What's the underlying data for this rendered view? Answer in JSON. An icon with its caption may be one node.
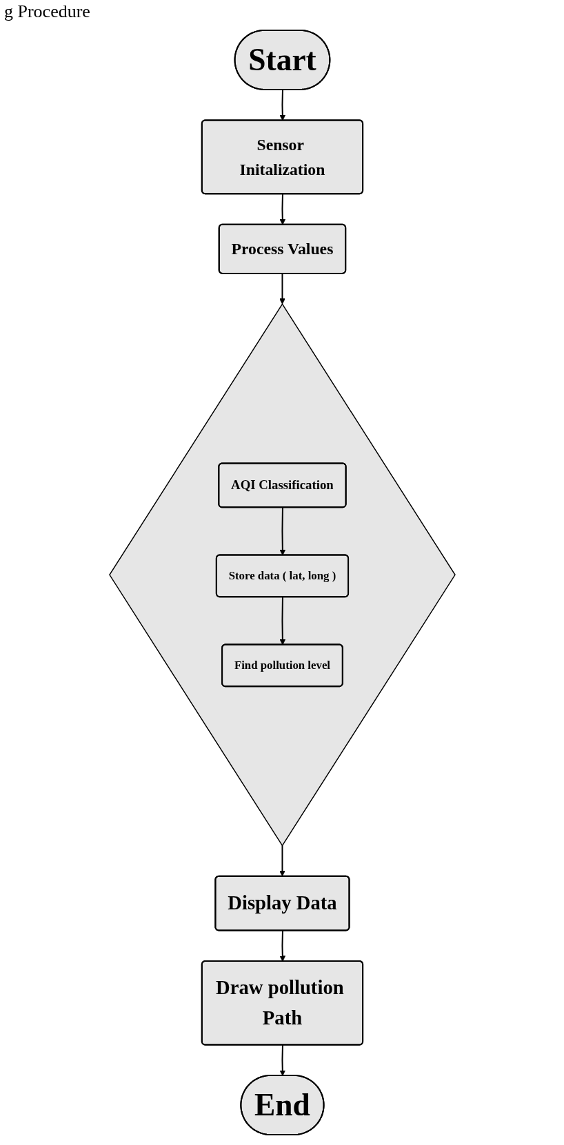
{
  "diagram": {
    "nodes": [
      {
        "text": [
          "Start"
        ]
      },
      {
        "text": [
          "Sensor Initalization"
        ]
      },
      {
        "text": [
          "Process Values"
        ]
      },
      {
        "text": [],
        "shape": "diamond"
      },
      {
        "text": [
          "AQI  Classification"
        ],
        "in": 3
      },
      {
        "text": [
          "Store data ( lat, long )"
        ],
        "in": 3
      },
      {
        "text": [
          "Find pollution level"
        ],
        "in": 3
      },
      {
        "text": [
          "Display Data"
        ]
      },
      {
        "text": [
          "Draw pollution Path"
        ]
      },
      {
        "text": [
          "End"
        ]
      }
    ],
    "edges": [
      {
        "from": 0,
        "to": 1,
        "arrow": "to"
      },
      {
        "from": 1,
        "to": 2,
        "arrow": "to"
      },
      {
        "from": 2,
        "to": 3,
        "arrow": "to"
      },
      {
        "from": 4,
        "to": 5,
        "arrow": "to"
      },
      {
        "from": 5,
        "to": 6,
        "arrow": "to"
      },
      {
        "from": 3,
        "to": 7,
        "arrow": "to"
      },
      {
        "from": 7,
        "to": 8,
        "arrow": "to"
      },
      {
        "from": 8,
        "to": 9,
        "arrow": "to"
      }
    ],
    "labels": [
      "g Procedure"
    ]
  }
}
